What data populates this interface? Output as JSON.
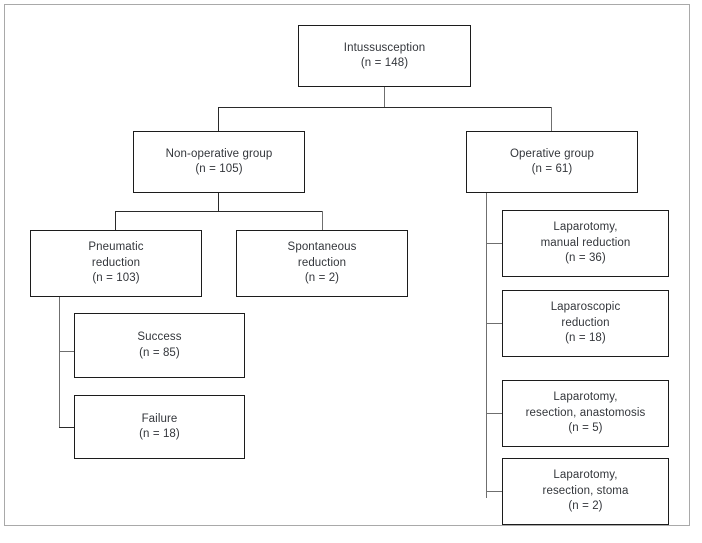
{
  "figure": {
    "type": "flowchart",
    "orientation": "top-down",
    "border_color": "#a9a9a9",
    "box_border_color": "#1c1c1c",
    "text_color": "#33363b",
    "connector_color": "#6f6f6f"
  },
  "nodes": {
    "root": {
      "label": "Intussusception",
      "count": "(n = 148)"
    },
    "non_operative": {
      "label": "Non-operative group",
      "count": "(n = 105)"
    },
    "operative": {
      "label": "Operative group",
      "count": "(n = 61)"
    },
    "pneumatic": {
      "label_line1": "Pneumatic",
      "label_line2": "reduction",
      "count": "(n = 103)"
    },
    "spontaneous": {
      "label_line1": "Spontaneous",
      "label_line2": "reduction",
      "count": "(n = 2)"
    },
    "success": {
      "label": "Success",
      "count": "(n = 85)"
    },
    "failure": {
      "label": "Failure",
      "count": "(n = 18)"
    },
    "lap_manual": {
      "label_line1": "Laparotomy,",
      "label_line2": "manual reduction",
      "count": "(n = 36)"
    },
    "laparoscopic": {
      "label_line1": "Laparoscopic",
      "label_line2": "reduction",
      "count": "(n = 18)"
    },
    "lap_anastomosis": {
      "label_line1": "Laparotomy,",
      "label_line2": "resection, anastomosis",
      "count": "(n = 5)"
    },
    "lap_stoma": {
      "label_line1": "Laparotomy,",
      "label_line2": "resection, stoma",
      "count": "(n = 2)"
    }
  }
}
